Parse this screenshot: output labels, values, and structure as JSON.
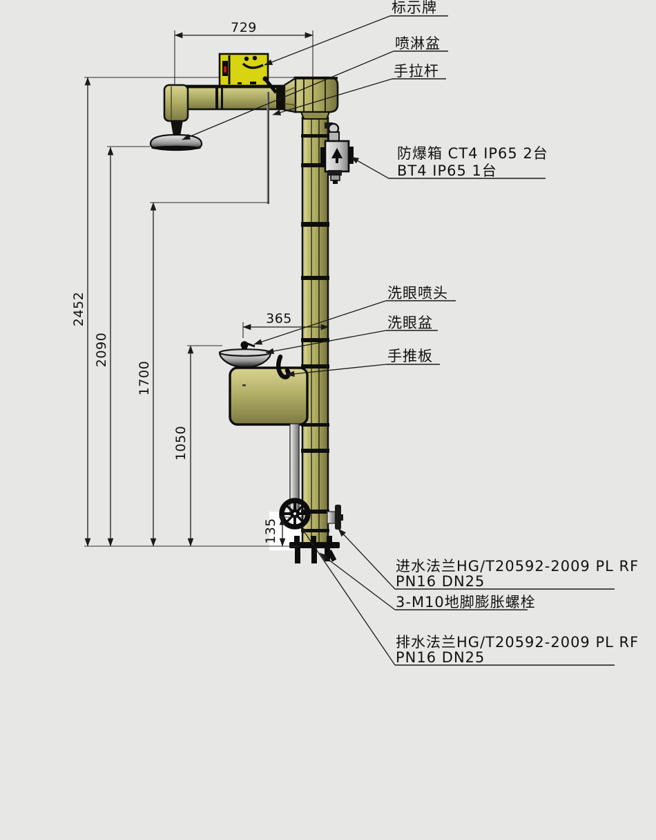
{
  "drawing": {
    "type": "engineering-diagram",
    "subject": "explosion-proof combination emergency shower and eyewash station, side elevation with dimensions"
  },
  "colors": {
    "background": "#e7e7e5",
    "body_khaki_light": "#d6d28c",
    "body_khaki": "#b3b068",
    "body_khaki_dark": "#7d7a42",
    "sign_yellow": "#d8d411",
    "line_black": "#1a1a1a",
    "metal_gray": "#c0c0c0",
    "accent_red": "#cc1122",
    "white_patch": "#ffffff"
  },
  "dimensions": {
    "arm_span": "729",
    "overall_height": "2452",
    "shower_height": "2090",
    "pull_rod_height": "1700",
    "eyewash_height": "1050",
    "nozzle_offset": "365",
    "inlet_height": "135"
  },
  "labels": {
    "sign_plate": "标示牌",
    "shower_bowl": "喷淋盆",
    "pull_rod": "手拉杆",
    "ex_proof_box_line1": "防爆箱 CT4 IP65 2台",
    "ex_proof_box_line2": "BT4 IP65 1台",
    "eyewash_nozzle": "洗眼喷头",
    "eyewash_bowl": "洗眼盆",
    "push_plate": "手推板",
    "inlet_flange_line1": "进水法兰HG/T20592-2009 PL RF",
    "inlet_flange_line2": "PN16 DN25",
    "anchor_bolt": "3-M10地脚膨胀螺栓",
    "drain_flange_line1": "排水法兰HG/T20592-2009 PL RF",
    "drain_flange_line2": "PN16 DN25"
  }
}
